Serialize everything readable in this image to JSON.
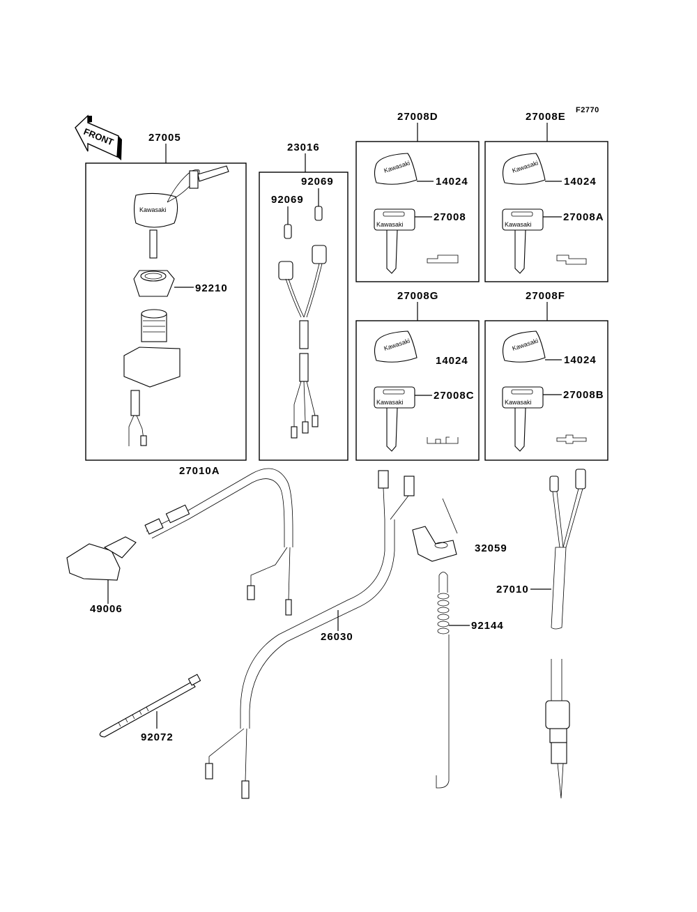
{
  "diagram": {
    "figure_code": "F2770",
    "front_arrow_label": "FRONT",
    "brand_marking": "Kawasaki",
    "groups": [
      {
        "id": "ignition-switch-assembly",
        "label": "27005",
        "parts": [
          {
            "label": "92210",
            "desc": "nut"
          }
        ]
      },
      {
        "id": "harness-23016",
        "label": "23016",
        "parts": [
          {
            "label": "92069",
            "desc": "terminal cap right"
          },
          {
            "label": "92069",
            "desc": "terminal cap left"
          }
        ]
      },
      {
        "id": "key-set-d",
        "label": "27008D",
        "parts": [
          {
            "label": "14024",
            "desc": "key cover"
          },
          {
            "label": "27008",
            "desc": "key blank"
          }
        ]
      },
      {
        "id": "key-set-e",
        "label": "27008E",
        "parts": [
          {
            "label": "14024",
            "desc": "key cover"
          },
          {
            "label": "27008A",
            "desc": "key blank"
          }
        ]
      },
      {
        "id": "key-set-g",
        "label": "27008G",
        "parts": [
          {
            "label": "14024",
            "desc": "key cover"
          },
          {
            "label": "27008C",
            "desc": "key blank"
          }
        ]
      },
      {
        "id": "key-set-f",
        "label": "27008F",
        "parts": [
          {
            "label": "14024",
            "desc": "key cover"
          },
          {
            "label": "27008B",
            "desc": "key blank"
          }
        ]
      }
    ],
    "loose_parts": [
      {
        "label": "27010A",
        "desc": "switch lead"
      },
      {
        "label": "49006",
        "desc": "boot cap"
      },
      {
        "label": "26030",
        "desc": "wire harness"
      },
      {
        "label": "32059",
        "desc": "clamp bracket"
      },
      {
        "label": "92144",
        "desc": "spring"
      },
      {
        "label": "27010",
        "desc": "switch sensor"
      },
      {
        "label": "92072",
        "desc": "cable band"
      }
    ]
  }
}
